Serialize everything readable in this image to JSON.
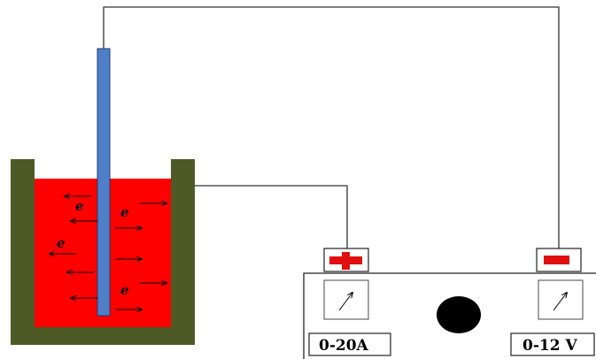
{
  "electrolyte_marker": "e",
  "ammeter": {
    "range": "0-20A"
  },
  "voltmeter": {
    "range": "0-12 V"
  },
  "terminals": {
    "positive": "+",
    "negative": "−"
  },
  "colors": {
    "vessel": "#4d5a26",
    "electrolyte": "#ff0000",
    "electrode": "#4f7fc8",
    "wire": "#333333",
    "knob": "#000000",
    "terminal_red": "#e01010"
  }
}
